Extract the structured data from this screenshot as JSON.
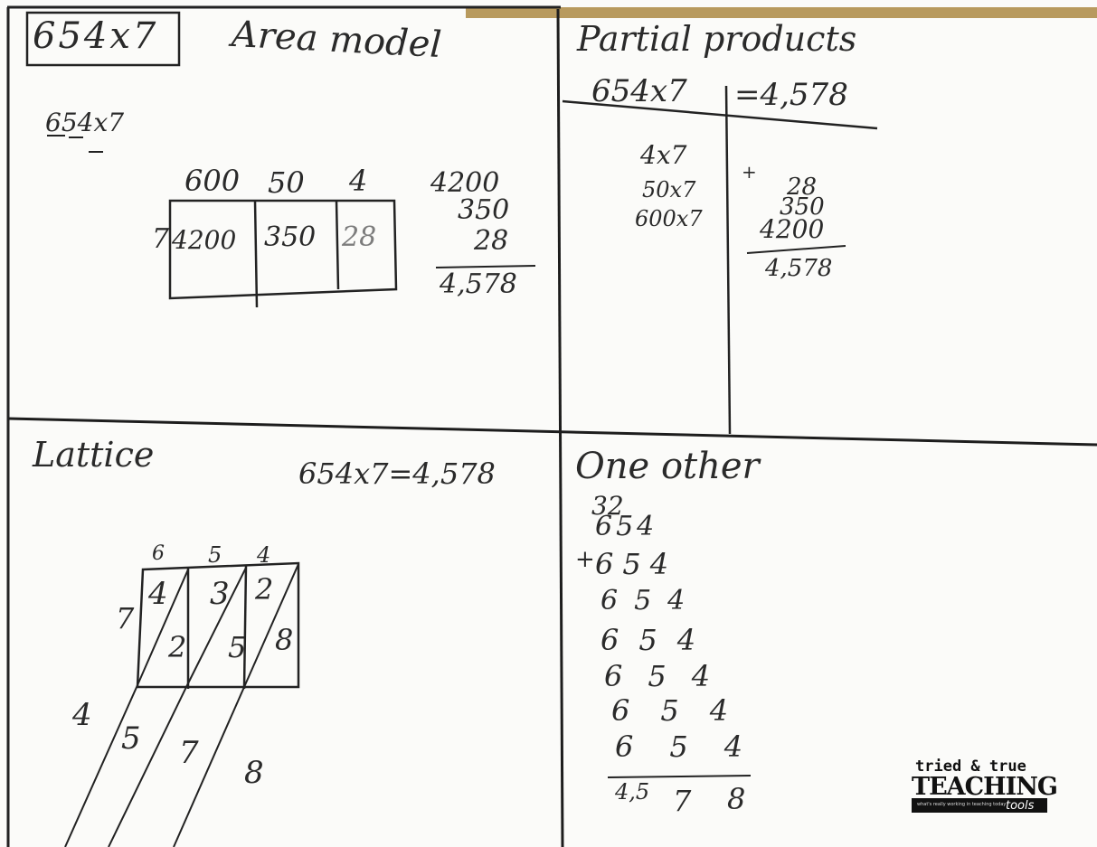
{
  "top_left": {
    "boxed_problem": "654x7",
    "title": "Area model",
    "problem": "654x7",
    "place_values": [
      "600",
      "50",
      "4"
    ],
    "multiplier": "7",
    "cells": [
      "4200",
      "350",
      "28"
    ],
    "sum_addends": [
      "4200",
      "350",
      "28"
    ],
    "total": "4,578"
  },
  "top_right": {
    "title": "Partial products",
    "equation_left": "654x7",
    "equation_right": "=4,578",
    "rows": [
      "4x7",
      "50x7",
      "600x7"
    ],
    "plus_sign": "+",
    "products": [
      "28",
      "350",
      "4200"
    ],
    "total": "4,578"
  },
  "bottom_left": {
    "title": "Lattice",
    "equation": "654x7=4,578",
    "top_digits": [
      "6",
      "5",
      "4"
    ],
    "side_digit": "7",
    "tens": [
      "4",
      "3",
      "2"
    ],
    "ones": [
      "2",
      "5",
      "8"
    ],
    "result_digits": [
      "4",
      "5",
      "7",
      "8"
    ]
  },
  "bottom_right": {
    "title": "One other",
    "carry": "32",
    "plus_sign": "+",
    "addend_rows": [
      "654",
      "654",
      "654",
      "654",
      "654",
      "654",
      "654"
    ],
    "total_prefix": "4,5",
    "total_digits": [
      "7",
      "8"
    ]
  },
  "logo": {
    "line1": "tried & true",
    "line2": "TEACHING",
    "line3": "tools",
    "tagline": "what's really working in teaching today"
  }
}
